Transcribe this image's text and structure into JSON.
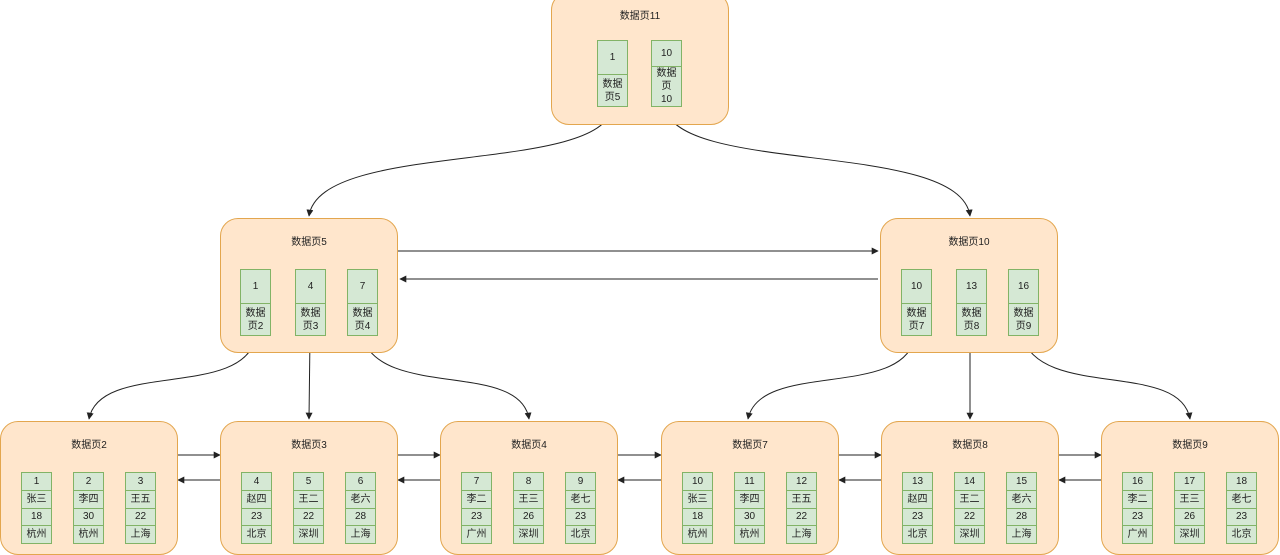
{
  "root": {
    "title": "数据页11",
    "entries": [
      {
        "key": "1",
        "child": "数据页5"
      },
      {
        "key": "10",
        "child": "数据页10"
      }
    ]
  },
  "internal": [
    {
      "title": "数据页5",
      "entries": [
        {
          "key": "1",
          "child": "数据页2"
        },
        {
          "key": "4",
          "child": "数据页3"
        },
        {
          "key": "7",
          "child": "数据页4"
        }
      ]
    },
    {
      "title": "数据页10",
      "entries": [
        {
          "key": "10",
          "child": "数据页7"
        },
        {
          "key": "13",
          "child": "数据页8"
        },
        {
          "key": "16",
          "child": "数据页9"
        }
      ]
    }
  ],
  "leaves": [
    {
      "title": "数据页2",
      "records": [
        {
          "id": "1",
          "name": "张三",
          "age": "18",
          "city": "杭州"
        },
        {
          "id": "2",
          "name": "李四",
          "age": "30",
          "city": "杭州"
        },
        {
          "id": "3",
          "name": "王五",
          "age": "22",
          "city": "上海"
        }
      ]
    },
    {
      "title": "数据页3",
      "records": [
        {
          "id": "4",
          "name": "赵四",
          "age": "23",
          "city": "北京"
        },
        {
          "id": "5",
          "name": "王二",
          "age": "22",
          "city": "深圳"
        },
        {
          "id": "6",
          "name": "老六",
          "age": "28",
          "city": "上海"
        }
      ]
    },
    {
      "title": "数据页4",
      "records": [
        {
          "id": "7",
          "name": "李二",
          "age": "23",
          "city": "广州"
        },
        {
          "id": "8",
          "name": "王三",
          "age": "26",
          "city": "深圳"
        },
        {
          "id": "9",
          "name": "老七",
          "age": "23",
          "city": "北京"
        }
      ]
    },
    {
      "title": "数据页7",
      "records": [
        {
          "id": "10",
          "name": "张三",
          "age": "18",
          "city": "杭州"
        },
        {
          "id": "11",
          "name": "李四",
          "age": "30",
          "city": "杭州"
        },
        {
          "id": "12",
          "name": "王五",
          "age": "22",
          "city": "上海"
        }
      ]
    },
    {
      "title": "数据页8",
      "records": [
        {
          "id": "13",
          "name": "赵四",
          "age": "23",
          "city": "北京"
        },
        {
          "id": "14",
          "name": "王二",
          "age": "22",
          "city": "深圳"
        },
        {
          "id": "15",
          "name": "老六",
          "age": "28",
          "city": "上海"
        }
      ]
    },
    {
      "title": "数据页9",
      "records": [
        {
          "id": "16",
          "name": "李二",
          "age": "23",
          "city": "广州"
        },
        {
          "id": "17",
          "name": "王三",
          "age": "26",
          "city": "深圳"
        },
        {
          "id": "18",
          "name": "老七",
          "age": "23",
          "city": "北京"
        }
      ]
    }
  ],
  "colors": {
    "page_fill": "#ffe6cc",
    "page_border": "#e3a64e",
    "cell_fill": "#d5e8d4",
    "cell_border": "#82b366",
    "edge": "#222222"
  }
}
